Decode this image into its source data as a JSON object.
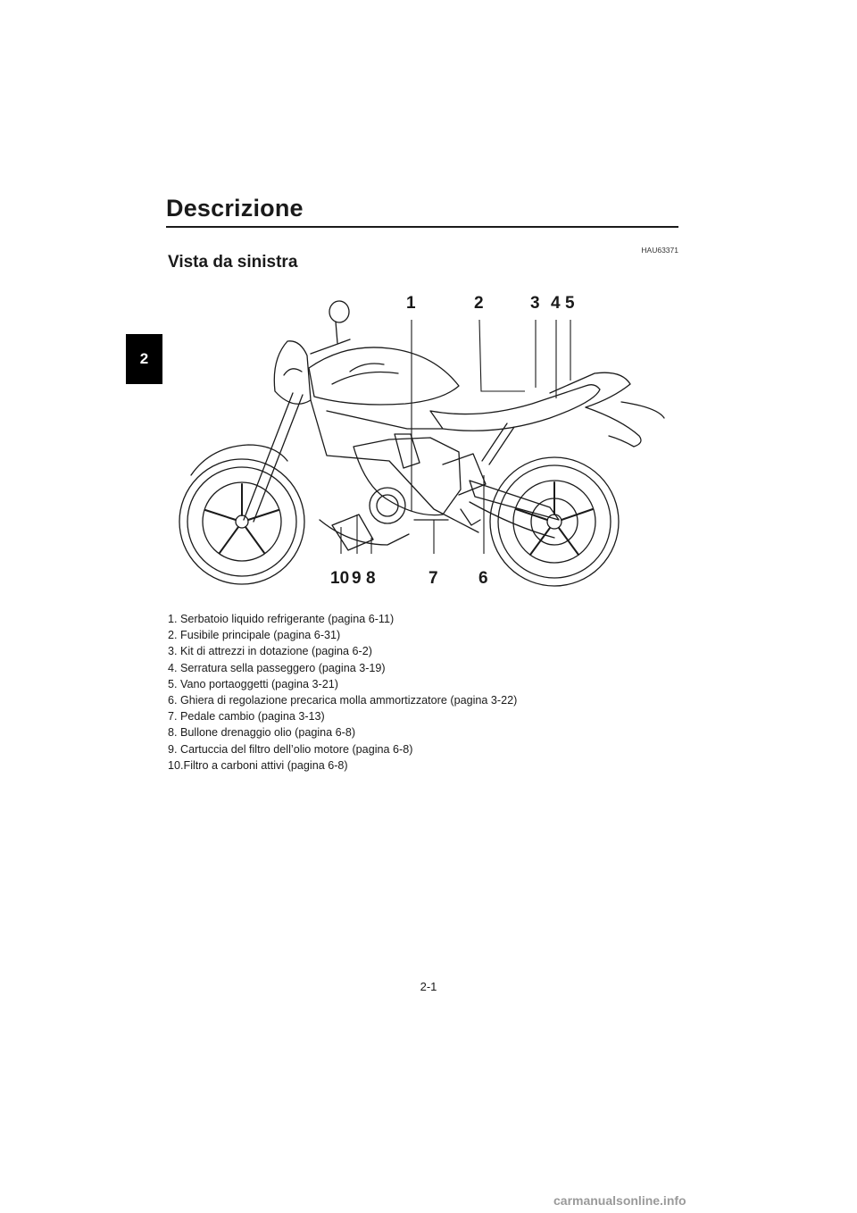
{
  "header": {
    "title": "Descrizione"
  },
  "chapter_tab": "2",
  "ref_code": "HAU63371",
  "section": {
    "title": "Vista da sinistra"
  },
  "figure": {
    "callouts": [
      "1",
      "2",
      "3",
      "4",
      "5",
      "6",
      "7",
      "8",
      "9",
      "10"
    ]
  },
  "legend": [
    "1. Serbatoio liquido refrigerante (pagina 6-11)",
    "2. Fusibile principale (pagina 6-31)",
    "3. Kit di attrezzi in dotazione (pagina 6-2)",
    "4. Serratura sella passeggero (pagina 3-19)",
    "5. Vano portaoggetti (pagina 3-21)",
    "6. Ghiera di regolazione precarica molla ammortizzatore (pagina 3-22)",
    "7. Pedale cambio (pagina 3-13)",
    "8. Bullone drenaggio olio (pagina 6-8)",
    "9. Cartuccia del filtro dell’olio motore (pagina 6-8)",
    "10.Filtro a carboni attivi (pagina 6-8)"
  ],
  "page_number": "2-1",
  "watermark": "carmanualsonline.info"
}
